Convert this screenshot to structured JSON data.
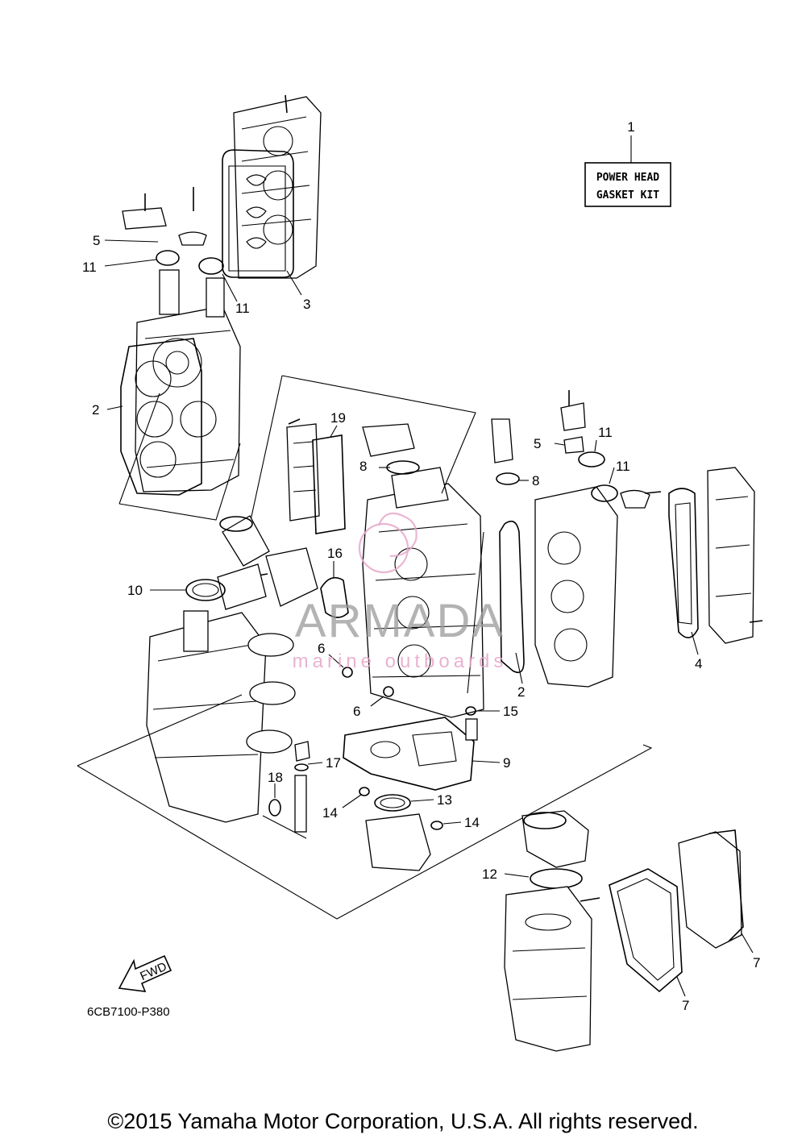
{
  "kit_box": {
    "line1": "POWER HEAD",
    "line2": "GASKET KIT"
  },
  "callouts": [
    "1",
    "2",
    "3",
    "4",
    "5",
    "6",
    "7",
    "8",
    "9",
    "10",
    "11",
    "12",
    "13",
    "14",
    "15",
    "16",
    "17",
    "18",
    "19"
  ],
  "fwd_label": "FWD",
  "diagram_code": "6CB7100-P380",
  "watermark": {
    "brand": "ARMADA",
    "tagline": "marine outboards"
  },
  "copyright": "©2015 Yamaha Motor Corporation, U.S.A. All rights reserved."
}
